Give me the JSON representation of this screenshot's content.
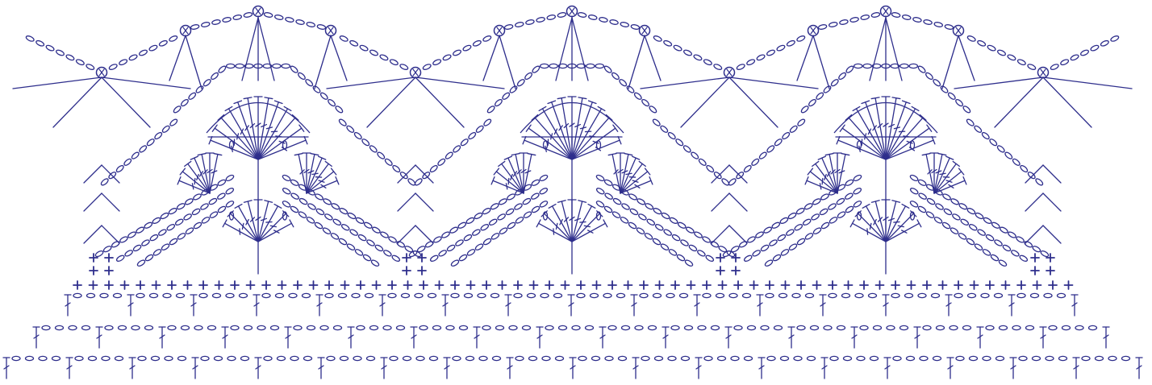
{
  "diagram": {
    "type": "crochet-chart",
    "ink_color": "#2e2e8c",
    "background_color": "#ffffff",
    "repeats": 3,
    "symbols": [
      "chain-oval",
      "double-crochet-stitch",
      "single-crochet-cross",
      "picot-circle"
    ]
  }
}
